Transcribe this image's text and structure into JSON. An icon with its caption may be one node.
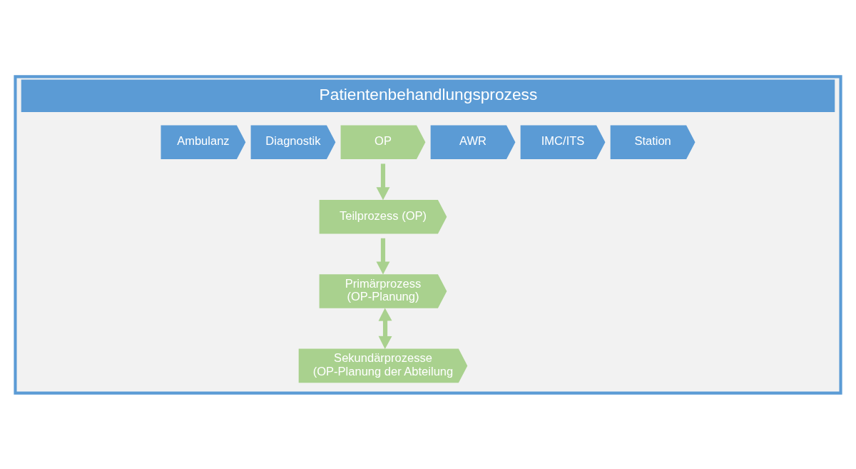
{
  "diagram": {
    "nodes": [
      {
        "text": [
          "Patientenbehandlungsprozess"
        ]
      },
      {
        "text": [
          "Ambulanz"
        ],
        "in": 0
      },
      {
        "text": [
          "Diagnostik"
        ],
        "in": 0
      },
      {
        "text": [
          "OP"
        ],
        "in": 0
      },
      {
        "text": [
          "AWR"
        ],
        "in": 0
      },
      {
        "text": [
          "IMC/ITS"
        ],
        "in": 0
      },
      {
        "text": [
          "Station"
        ],
        "in": 0
      },
      {
        "text": [
          "Teilprozess (OP)"
        ],
        "in": 0
      },
      {
        "text": [
          "Primärprozess",
          "(OP-Planung)"
        ],
        "in": 0
      },
      {
        "text": [
          "Sekundärprozesse",
          "(OP-Planung der Abteilung"
        ],
        "in": 0
      }
    ],
    "edges": [
      {
        "from": 3,
        "to": 7,
        "arrow": "to"
      },
      {
        "from": 7,
        "to": 8,
        "arrow": "to"
      },
      {
        "from": 9,
        "to": 8,
        "arrow": "both"
      }
    ]
  }
}
